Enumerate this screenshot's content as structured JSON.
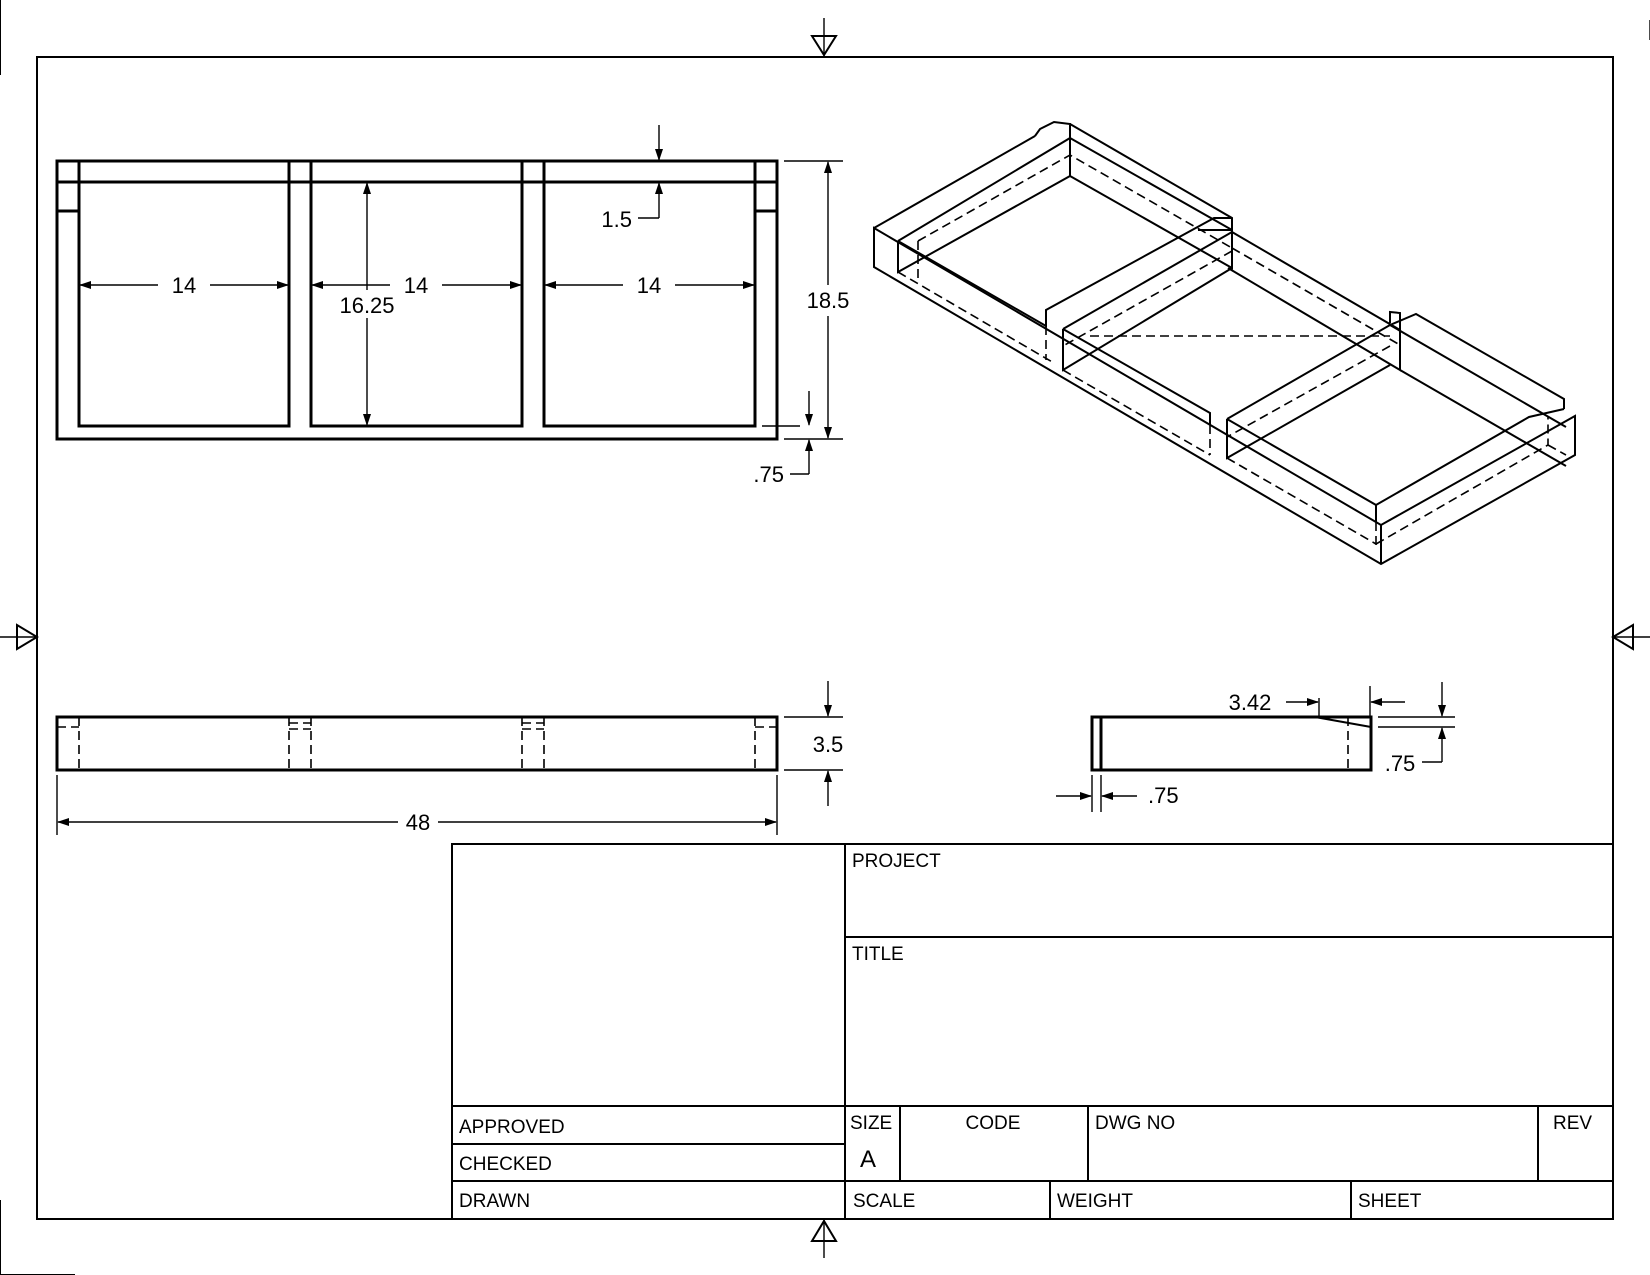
{
  "top_view": {
    "dims": {
      "compartment_1": "14",
      "compartment_2": "14",
      "compartment_3": "14",
      "inner_depth": "16.25",
      "overall_depth": "18.5",
      "back_rail": "1.5",
      "front_rail": ".75"
    }
  },
  "front_view": {
    "dims": {
      "overall_length": "48",
      "height": "3.5"
    }
  },
  "side_view": {
    "dims": {
      "slope_run": "3.42",
      "slope_drop": ".75",
      "wall_thickness": ".75"
    }
  },
  "title_block": {
    "project_label": "PROJECT",
    "title_label": "TITLE",
    "approved_label": "APPROVED",
    "checked_label": "CHECKED",
    "drawn_label": "DRAWN",
    "size_label": "SIZE",
    "size_value": "A",
    "code_label": "CODE",
    "dwg_no_label": "DWG NO",
    "rev_label": "REV",
    "scale_label": "SCALE",
    "weight_label": "WEIGHT",
    "sheet_label": "SHEET"
  }
}
